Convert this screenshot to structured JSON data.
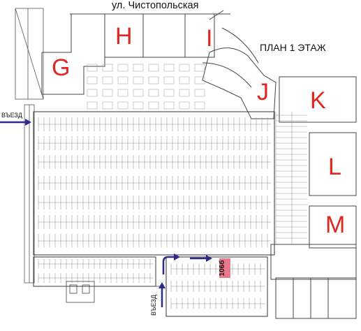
{
  "street_name": "ул. Чистопольская",
  "plan_title": "ПЛАН 1 ЭТАЖ",
  "buildings": [
    "G",
    "H",
    "I",
    "J",
    "K",
    "L",
    "M"
  ],
  "entries": [
    "ВЪЕЗД",
    "ВЪЕЗД"
  ],
  "parking_spot": "106б",
  "colors": {
    "building_letter": "#e0271f",
    "arrow": "#2e2a8a",
    "highlight_spot": "#e8788a",
    "lines": "#555555"
  },
  "icons": [
    "entry-arrow-icon",
    "turn-arrow-icon"
  ]
}
